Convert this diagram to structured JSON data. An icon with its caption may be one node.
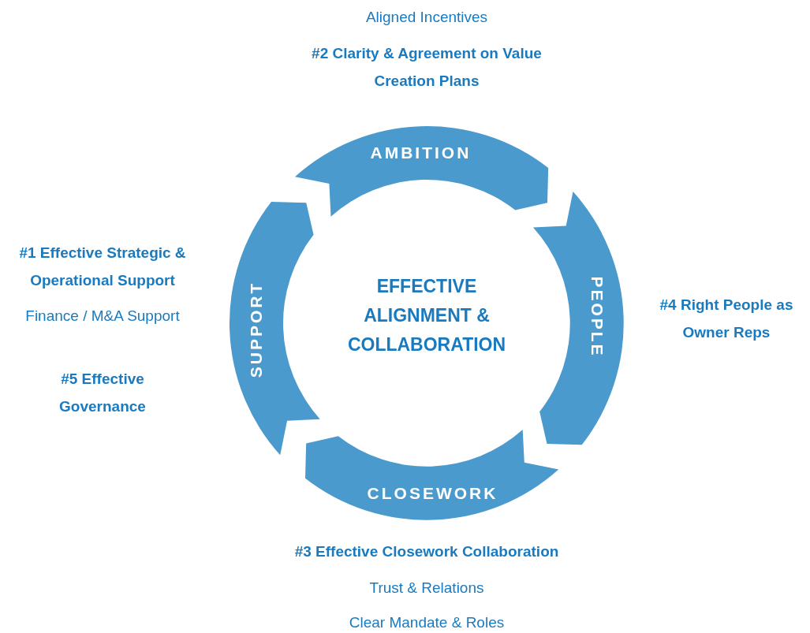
{
  "diagram": {
    "nodes": [
      {
        "text": [
          "AMBITION"
        ]
      },
      {
        "text": [
          "SUPPORT"
        ]
      },
      {
        "text": [
          "EFFECTIVE ALIGNMENT & COLLABORATION"
        ]
      },
      {
        "text": [
          "PEOPLE"
        ]
      },
      {
        "text": [
          "CLOSEWORK"
        ]
      }
    ],
    "labels": [
      "Aligned Incentives",
      "#2 Clarity & Agreement on Value Creation Plans",
      "#1 Effective Strategic & Operational Support",
      "Finance / M&A Support",
      "#5 Effective Governance",
      "#4 Right People as Owner Reps",
      "#3 Effective Closework Collaboration",
      "Trust & Relations",
      "Clear Mandate & Roles"
    ]
  }
}
